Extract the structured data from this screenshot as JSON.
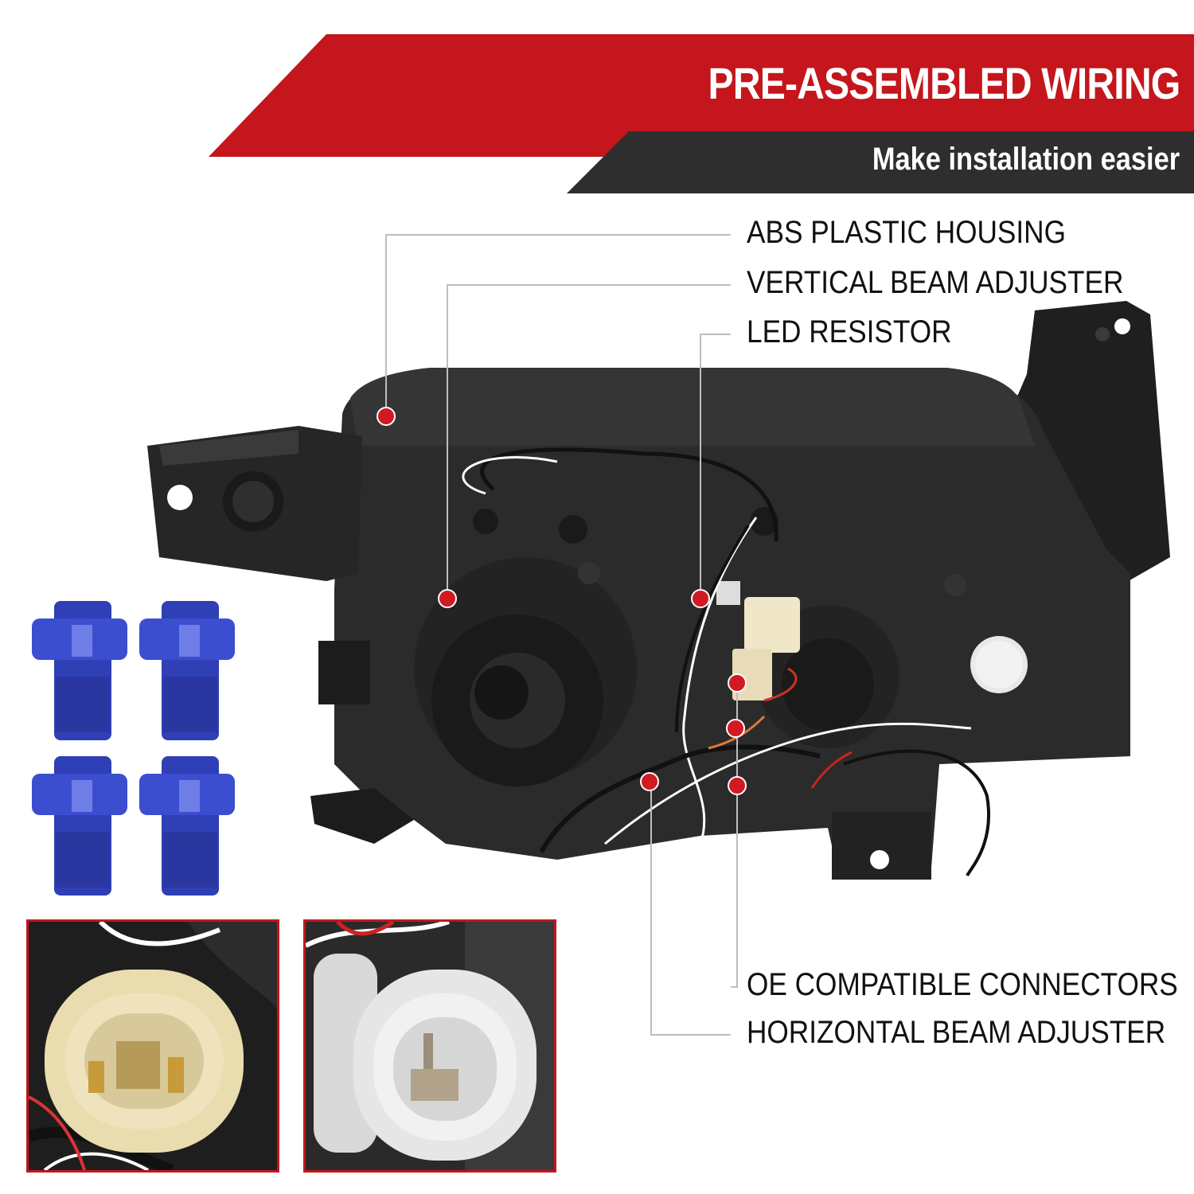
{
  "header": {
    "title": "PRE-ASSEMBLED WIRING",
    "subtitle": "Make installation easier"
  },
  "callouts": [
    "ABS PLASTIC HOUSING",
    "VERTICAL BEAM ADJUSTER",
    "LED RESISTOR",
    "OE COMPATIBLE CONNECTORS",
    "HORIZONTAL BEAM ADJUSTER"
  ],
  "colors": {
    "banner_red": "#c4161c",
    "banner_dark": "#2e2e2e",
    "housing": "#2b2b2b",
    "connector_blue": "#2f3fb5",
    "marker_red": "#d11a22"
  },
  "icons": [
    "headlight-housing-image",
    "tap-connector-icon",
    "connector-closeup-image"
  ]
}
